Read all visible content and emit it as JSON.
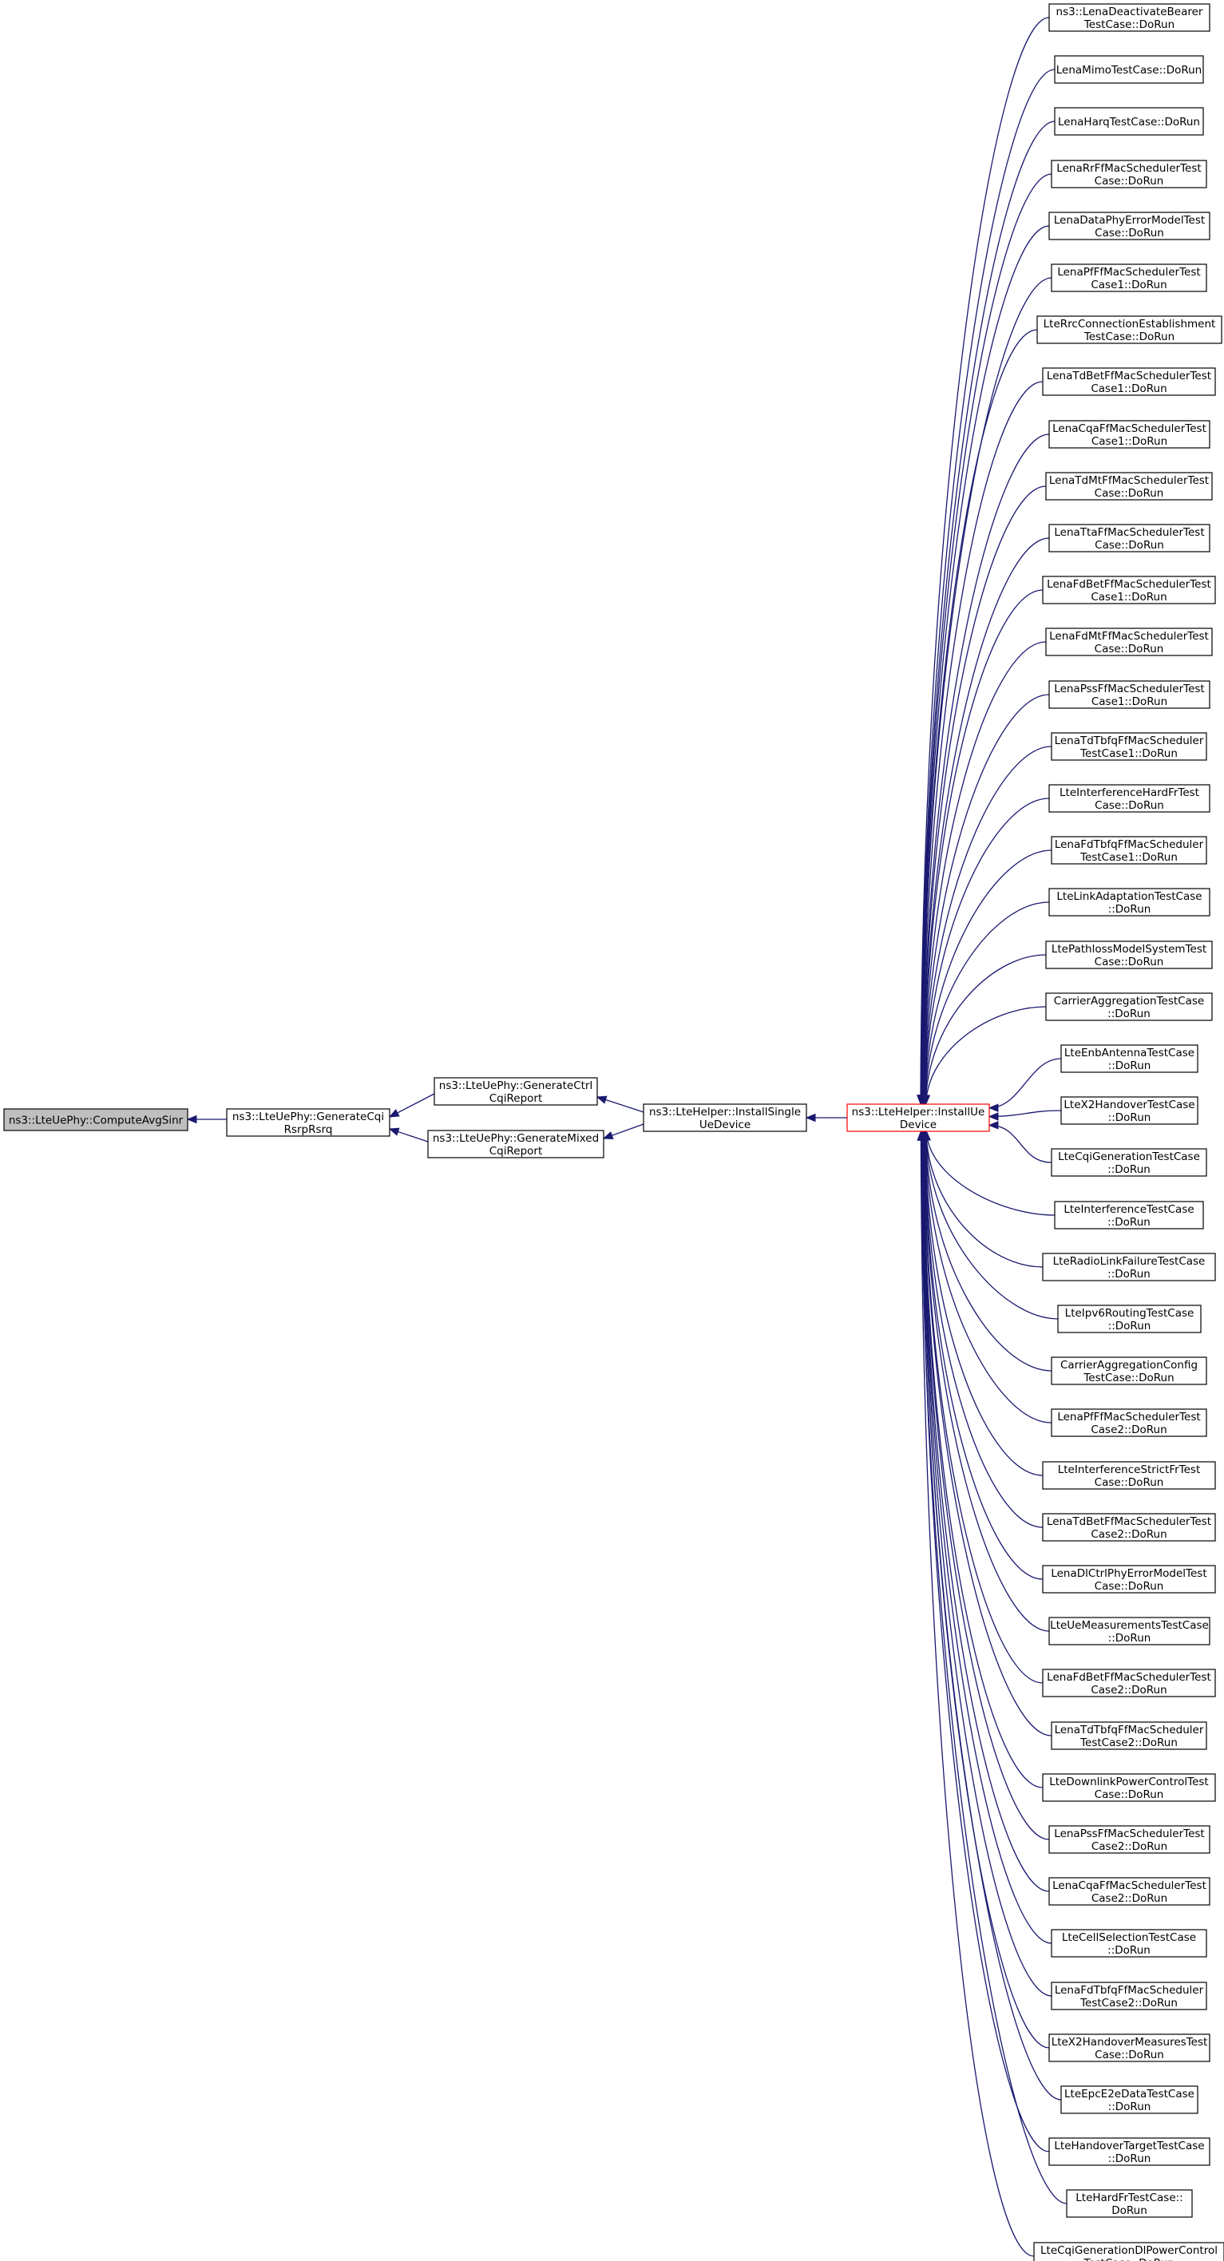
{
  "colors": {
    "edge": "#191970",
    "root_fill": "#bfbfbf",
    "focus_border": "#ff0000",
    "node_border": "#000000"
  },
  "nodes": {
    "root": {
      "lines": [
        "ns3::LteUePhy::ComputeAvgSinr"
      ]
    },
    "generate_cqi": {
      "lines": [
        "ns3::LteUePhy::GenerateCqi",
        "RsrpRsrq"
      ]
    },
    "generate_ctrl": {
      "lines": [
        "ns3::LteUePhy::GenerateCtrl",
        "CqiReport"
      ]
    },
    "generate_mixed": {
      "lines": [
        "ns3::LteUePhy::GenerateMixed",
        "CqiReport"
      ]
    },
    "install_single": {
      "lines": [
        "ns3::LteHelper::InstallSingle",
        "UeDevice"
      ]
    },
    "install_ue": {
      "lines": [
        "ns3::LteHelper::InstallUe",
        "Device"
      ]
    }
  },
  "callers": [
    [
      "ns3::LenaDeactivateBearer",
      "TestCase::DoRun"
    ],
    [
      "LenaMimoTestCase::DoRun"
    ],
    [
      "LenaHarqTestCase::DoRun"
    ],
    [
      "LenaRrFfMacSchedulerTest",
      "Case::DoRun"
    ],
    [
      "LenaDataPhyErrorModelTest",
      "Case::DoRun"
    ],
    [
      "LenaPfFfMacSchedulerTest",
      "Case1::DoRun"
    ],
    [
      "LteRrcConnectionEstablishment",
      "TestCase::DoRun"
    ],
    [
      "LenaTdBetFfMacSchedulerTest",
      "Case1::DoRun"
    ],
    [
      "LenaCqaFfMacSchedulerTest",
      "Case1::DoRun"
    ],
    [
      "LenaTdMtFfMacSchedulerTest",
      "Case::DoRun"
    ],
    [
      "LenaTtaFfMacSchedulerTest",
      "Case::DoRun"
    ],
    [
      "LenaFdBetFfMacSchedulerTest",
      "Case1::DoRun"
    ],
    [
      "LenaFdMtFfMacSchedulerTest",
      "Case::DoRun"
    ],
    [
      "LenaPssFfMacSchedulerTest",
      "Case1::DoRun"
    ],
    [
      "LenaTdTbfqFfMacScheduler",
      "TestCase1::DoRun"
    ],
    [
      "LteInterferenceHardFrTest",
      "Case::DoRun"
    ],
    [
      "LenaFdTbfqFfMacScheduler",
      "TestCase1::DoRun"
    ],
    [
      "LteLinkAdaptationTestCase",
      "::DoRun"
    ],
    [
      "LtePathlossModelSystemTest",
      "Case::DoRun"
    ],
    [
      "CarrierAggregationTestCase",
      "::DoRun"
    ],
    [
      "LteEnbAntennaTestCase",
      "::DoRun"
    ],
    [
      "LteX2HandoverTestCase",
      "::DoRun"
    ],
    [
      "LteCqiGenerationTestCase",
      "::DoRun"
    ],
    [
      "LteInterferenceTestCase",
      "::DoRun"
    ],
    [
      "LteRadioLinkFailureTestCase",
      "::DoRun"
    ],
    [
      "LteIpv6RoutingTestCase",
      "::DoRun"
    ],
    [
      "CarrierAggregationConfig",
      "TestCase::DoRun"
    ],
    [
      "LenaPfFfMacSchedulerTest",
      "Case2::DoRun"
    ],
    [
      "LteInterferenceStrictFrTest",
      "Case::DoRun"
    ],
    [
      "LenaTdBetFfMacSchedulerTest",
      "Case2::DoRun"
    ],
    [
      "LenaDlCtrlPhyErrorModelTest",
      "Case::DoRun"
    ],
    [
      "LteUeMeasurementsTestCase",
      "::DoRun"
    ],
    [
      "LenaFdBetFfMacSchedulerTest",
      "Case2::DoRun"
    ],
    [
      "LenaTdTbfqFfMacScheduler",
      "TestCase2::DoRun"
    ],
    [
      "LteDownlinkPowerControlTest",
      "Case::DoRun"
    ],
    [
      "LenaPssFfMacSchedulerTest",
      "Case2::DoRun"
    ],
    [
      "LenaCqaFfMacSchedulerTest",
      "Case2::DoRun"
    ],
    [
      "LteCellSelectionTestCase",
      "::DoRun"
    ],
    [
      "LenaFdTbfqFfMacScheduler",
      "TestCase2::DoRun"
    ],
    [
      "LteX2HandoverMeasuresTest",
      "Case::DoRun"
    ],
    [
      "LteEpcE2eDataTestCase",
      "::DoRun"
    ],
    [
      "LteHandoverTargetTestCase",
      "::DoRun"
    ],
    [
      "LteHardFrTestCase::",
      "DoRun"
    ],
    [
      "LteCqiGenerationDlPowerControl",
      "TestCase::DoRun"
    ]
  ]
}
